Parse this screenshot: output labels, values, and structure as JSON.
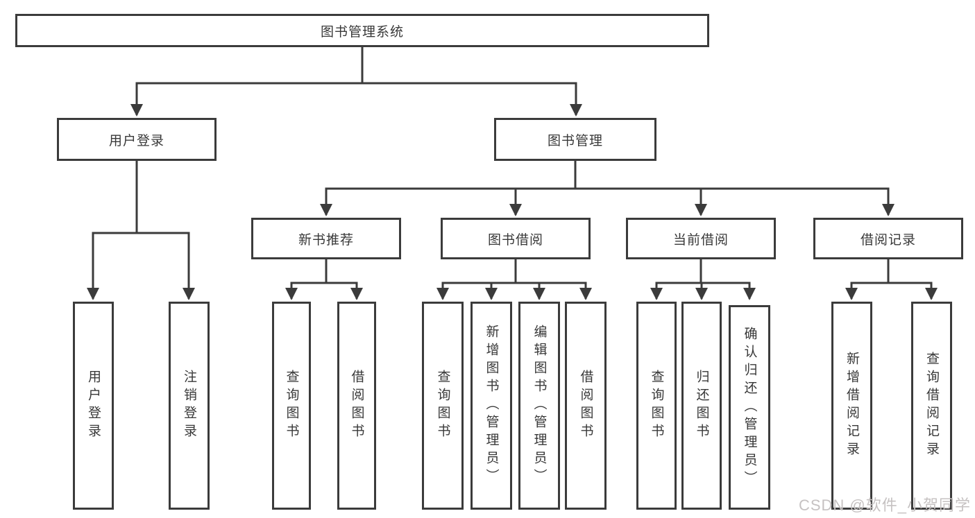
{
  "diagram": {
    "root": {
      "label": "图书管理系统"
    },
    "level2": [
      {
        "label": "用户登录"
      },
      {
        "label": "图书管理"
      }
    ],
    "level3": [
      {
        "label": "新书推荐"
      },
      {
        "label": "图书借阅"
      },
      {
        "label": "当前借阅"
      },
      {
        "label": "借阅记录"
      }
    ],
    "leaves": {
      "user_login": [
        {
          "label": "用户登录"
        },
        {
          "label": "注销登录"
        }
      ],
      "new_book": [
        {
          "label": "查询图书"
        },
        {
          "label": "借阅图书"
        }
      ],
      "book_borrow": [
        {
          "label": "查询图书"
        },
        {
          "label": "新增图书（管理员）"
        },
        {
          "label": "编辑图书（管理员）"
        },
        {
          "label": "借阅图书"
        }
      ],
      "current_borrow": [
        {
          "label": "查询图书"
        },
        {
          "label": "归还图书"
        },
        {
          "label": "确认归还（管理员）"
        }
      ],
      "borrow_record": [
        {
          "label": "新增借阅记录"
        },
        {
          "label": "查询借阅记录"
        }
      ]
    }
  },
  "watermark": {
    "text": "CSDN @软件_小贺同学"
  },
  "colors": {
    "line": "#3b3b3b",
    "border": "#3b3b3b",
    "text": "#383838",
    "watermark": "#c6c2c2",
    "background": "#ffffff"
  }
}
